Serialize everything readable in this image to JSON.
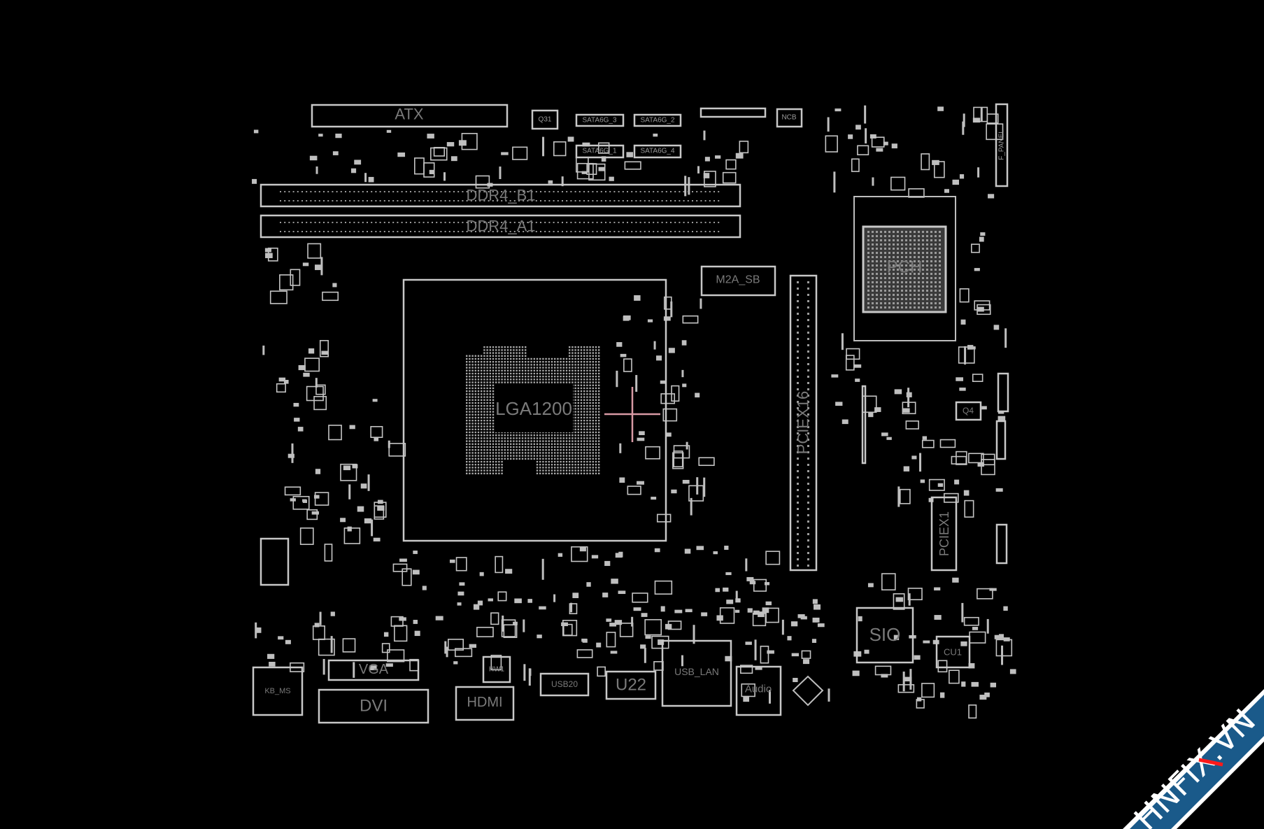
{
  "board": {
    "background": "#000000",
    "outline_color": "#c8c8c8",
    "cursor_color": "#d89aa4",
    "components": {
      "atx": "ATX",
      "q31": "Q31",
      "sata3": "SATA6G_3",
      "sata2": "SATA6G_2",
      "sata1": "SATA6G_1",
      "sata4": "SATA6G_4",
      "ncb": "NCB",
      "ddr_b1": "DDR4_B1",
      "ddr_a1": "DDR4_A1",
      "cpu_socket": "LGA1200",
      "m2": "M2A_SB",
      "pciex16": "PCIEX16",
      "pch": "PCH",
      "f_panel": "F_PANEL",
      "q4": "Q4",
      "pciex1": "PCIEX1",
      "sio": "SIO",
      "cu1": "CU1",
      "kb_ms": "KB_MS",
      "vga": "VGA",
      "dvi": "DVI",
      "hw1": "HW1",
      "hdmi": "HDMI",
      "usb20": "USB20",
      "u22": "U22",
      "usb_lan": "USB_LAN",
      "audio": "Audio"
    }
  },
  "watermark": {
    "text": "HNFIX.VN",
    "color": "#1a5a8a",
    "accent": "#ff1a1a"
  }
}
